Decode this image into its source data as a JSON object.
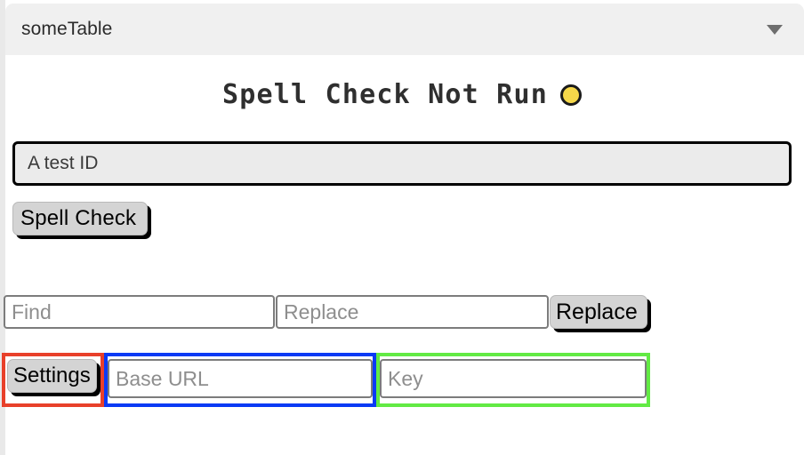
{
  "table_select": {
    "value": "someTable",
    "arrow_icon": "chevron-down-icon"
  },
  "status": {
    "title": "Spell Check Not Run",
    "light_icon": "status-light-icon",
    "light_color": "#f6d84a",
    "light_border_color": "#1a1a1a"
  },
  "id_field": {
    "value": "A test ID",
    "placeholder": "A test ID"
  },
  "spell_check": {
    "label": "Spell Check"
  },
  "find_replace": {
    "find_placeholder": "Find",
    "find_value": "",
    "replace_placeholder": "Replace",
    "replace_value": "",
    "replace_button_label": "Replace"
  },
  "settings": {
    "button_label": "Settings",
    "button_box_color": "#e8402a",
    "base_url_placeholder": "Base URL",
    "base_url_value": "",
    "base_url_box_color": "#0a3af5",
    "key_placeholder": "Key",
    "key_value": "",
    "key_box_color": "#62ea44"
  }
}
